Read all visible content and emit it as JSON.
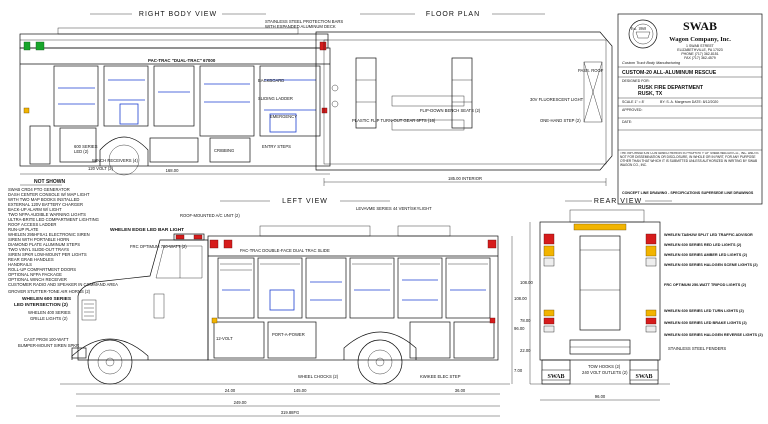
{
  "views": {
    "right_body": "RIGHT BODY VIEW",
    "floor_plan": "FLOOR PLAN",
    "left": "LEFT VIEW",
    "rear": "REAR VIEW",
    "not_shown": "NOT SHOWN"
  },
  "title_block": {
    "company": "SWAB",
    "company2": "Wagon Company, Inc.",
    "est": "Est. 1868",
    "address": [
      "1 SWAB STREET",
      "ELIZABETHVILLE, PA 17023",
      "PHONE (717) 362-8151",
      "FAX (717) 362-4579"
    ],
    "tagline": "Custom Truck Body Manufacturing",
    "model": "CUSTOM-20 ALL-ALUMINUM RESCUE",
    "designed_for": "DESIGNED FOR:",
    "customer": "RUSK FIRE DEPARTMENT",
    "location": "RUSK, TX",
    "scale": "SCALE 1\" = 8'",
    "drawn_by": "BY: S. A. Margerum  DATE: 8/12/2020",
    "approved": "APPROVED:",
    "date": "DATE:",
    "disclaimer": "THE INFORMATION CONTAINED HEREIN IS PROPERTY OF SWAB WAGON CO., INC. AND IS NOT FOR DISSEMINATION OR DISCLOSURE, IN WHOLE OR IN PART, FOR ANY PURPOSE OTHER THAN THAT WHICH IT IS SUBMITTED UNLESS AUTHORIZED IN WRITING BY SWAB WAGON CO., INC.",
    "concept": "CONCEPT LINE DRAWING - SPECIFICATIONS SUPERSEDE LINE DRAWINGS"
  },
  "right_body_labels": [
    "STAINLESS STEEL PROTECTION BARS",
    "WITH EXPANDED ALUMINUM DECK",
    "PAC-TRAC \"DUAL-TRAC\" 67000",
    "BACKBOARD",
    "SLIDING LADDER",
    "EMERGENCY",
    "CRIBBING",
    "ENTRY STEPS",
    "600 SERIES",
    "LED (2)",
    "WINCH RECEIVERS (4)",
    "120 VOLT (2)"
  ],
  "floor_plan_labels": [
    "PASS. ROOF",
    "FLIP-DOWN BENCH SEATS (2)",
    "30V FLUORESCENT LIGHT",
    "PLASTIC FLIP TURN-OUT GEAR 6FTS (16)",
    "ONE-HAND STEP (2)",
    "185.00 INTERIOR"
  ],
  "not_shown_items": [
    "SWAB CRD4 PTO GENERATOR",
    "DASH CENTER CONSOLE W/ MAP LIGHT",
    "WITH TWO MAP BOOKS INSTALLED",
    "EXTERNAL 120V BATTERY CHARGER",
    "BACK-UP ALARM W/ LIGHT",
    "TWO NFPA AUDIBLE WARNING LIGHTS",
    "ULTRA-BRITE LED COMPARTMENT LIGHTING",
    "ROOF ACCESS LADDER",
    "RUN-UP PLATE",
    "WHELEN 295HFSA1 ELECTRONIC SIREN",
    "SIREN WITH PORTABLE HORN",
    "DIAMOND PLATE ALUMINUM STEPS",
    "TWO VINYL SLIDE-OUT TRAYS",
    "SIREN SPKR LOW-MOUNT PER LIGHTS",
    "REAR GRAB HANDLES",
    "HANDRAILS",
    "ROLL-UP COMPARTMENT DOORS",
    "OPTIONAL NFPA PACKAGE",
    "OPTIONAL WINCH RECEIVER",
    "CUSTOMER RADIO AND SPEAKER IN COMMAND AREA"
  ],
  "left_view_labels": [
    "ROOF-MOUNTED A/C UNIT (2)",
    "LEVAVME SERIES 44 VENT/SKYLIGHT",
    "WHELEN EDGE LED BAR LIGHT",
    "FRC OPTIMUM 750-WATT (2)",
    "PAC-TRAC DOUBLE-FACE DUAL TRAC SLIDE",
    "GROVER STUTTER-TONE AIR HORNS (2)",
    "WHELEN 600 SERIES",
    "LED INTERSECTION (2)",
    "WHELEN 400 SERIES",
    "GRILLE LIGHTS (2)",
    "CAST PRO8 100-WATT",
    "BUMPER-MOUNT SIREN SPKR",
    "WHEEL CHOCKS (2)",
    "KWIKEE ELEC STEP",
    "12-VOLT",
    "PORT-A-POWER"
  ],
  "rear_view_labels": [
    "WHELEN TA8H2W SPLIT LED TRAFFIC ADVISOR",
    "WHELEN 600 SERIES RED LED LIGHTS (2)",
    "WHELEN 600 SERIES AMBER LED LIGHTS (2)",
    "WHELEN 600 SERIES HALOGEN SCENE LIGHTS (2)",
    "FRC OPTIMUM 250-WATT TRIPOD LIGHTS (2)",
    "WHELEN 600 SERIES LED TURN LIGHTS (2)",
    "WHELEN 600 SERIES LED BRAKE LIGHTS (2)",
    "WHELEN 600 SERIES HALOGEN REVERSE LIGHTS (2)",
    "STAINLESS STEEL FENDERS",
    "TOW HOOKS (2)",
    "240 VOLT OUTLETS (2)"
  ],
  "dimensions": {
    "right_body_width": "168.00",
    "floor_interior": "185.00 INTERIOR",
    "left_d1": "24.00",
    "left_d2": "145.00",
    "left_d3": "36.00",
    "left_overall": "249.00",
    "left_total": "319.88FG",
    "left_height": "108.00",
    "left_body": "96.00",
    "left_ground": "7.00",
    "rear_width": "96.00",
    "rear_height": "108.00",
    "rear_h2": "78.00",
    "rear_deck": "22.00"
  },
  "decal": "SWAB"
}
